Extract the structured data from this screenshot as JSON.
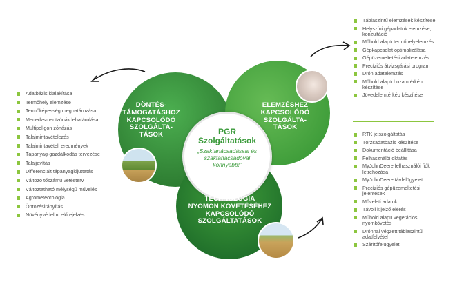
{
  "colors": {
    "green_dark": "#2e7d32",
    "green_mid": "#43a047",
    "green_bright": "#5fb44a",
    "bullet": "#8cc63f",
    "text_gray": "#4d4d4d"
  },
  "center": {
    "title": "PGR\nSzolgáltatások",
    "subtitle": "„Szaktanácsadással és\nszaktanácsadóval\nkönnyebb!”"
  },
  "circles": {
    "decision": "DÖNTÉS-\nTÁMOGATÁSHOZ\nKAPCSOLÓDÓ\nSZOLGÁLTA-\nTÁSOK",
    "analysis": "ELEMZÉSHEZ\nKAPCSOLÓDÓ\nSZOLGÁLTA-\nTÁSOK",
    "tracking": "TECHNOLÓGIA\nNYOMON KÖVETÉSÉHEZ\nKAPCSOLÓDÓ\nSZOLGÁLTATÁSOK"
  },
  "lists": {
    "left": [
      "Adatbázis kialakítása",
      "Termőhely elemzése",
      "Termőképesség meghatározása",
      "Menedzsmentzónák lehatárolása",
      "Multipoligon zónázás",
      "Talajmintavételezés",
      "Talajmintavételi eredmények",
      "Tápanyag-gazdálkodás tervezése",
      "Talajjavítás",
      "Differenciált tápanyagkijuttatás",
      "Változó tőszámú vetésterv",
      "Változtatható mélységű művelés",
      "Agrometeorológia",
      "Öntözésirányítás",
      "Növényvédelmi előrejelzés"
    ],
    "top_right": [
      "Táblaszintű elemzések készítése",
      "Helyszíni gépadatok elemzése,\nkonzultáció",
      "Műhold alapú termőhelyelemzés",
      "Gépkapcsolat optimalizálása",
      "Gépüzemeltetési adatelemzés",
      "Precíziós átvizsgálási program",
      "Drón adatelemzés",
      "Műhold alapú hozamtérkép\nkészítése",
      "Jövedelemtérkép készítése"
    ],
    "bottom_right": [
      "RTK jelszolgáltatás",
      "Törzsadatbázis készítése",
      "Dokumentáció beállítása",
      "Felhasználói oktatás",
      "MyJohnDeere felhasználói fiók\nlétrehozása",
      "MyJohnDeere távfelügyelet",
      "Precíziós gépüzemeltetési\njelentések",
      "Műveleti adatok",
      "Távoli kijelző elérés",
      "Műhold alapú vegetációs\nnyomkövetés",
      "Drónnal végzett táblaszintű\nadatfelvétel",
      "Szárítófelügyelet"
    ]
  }
}
